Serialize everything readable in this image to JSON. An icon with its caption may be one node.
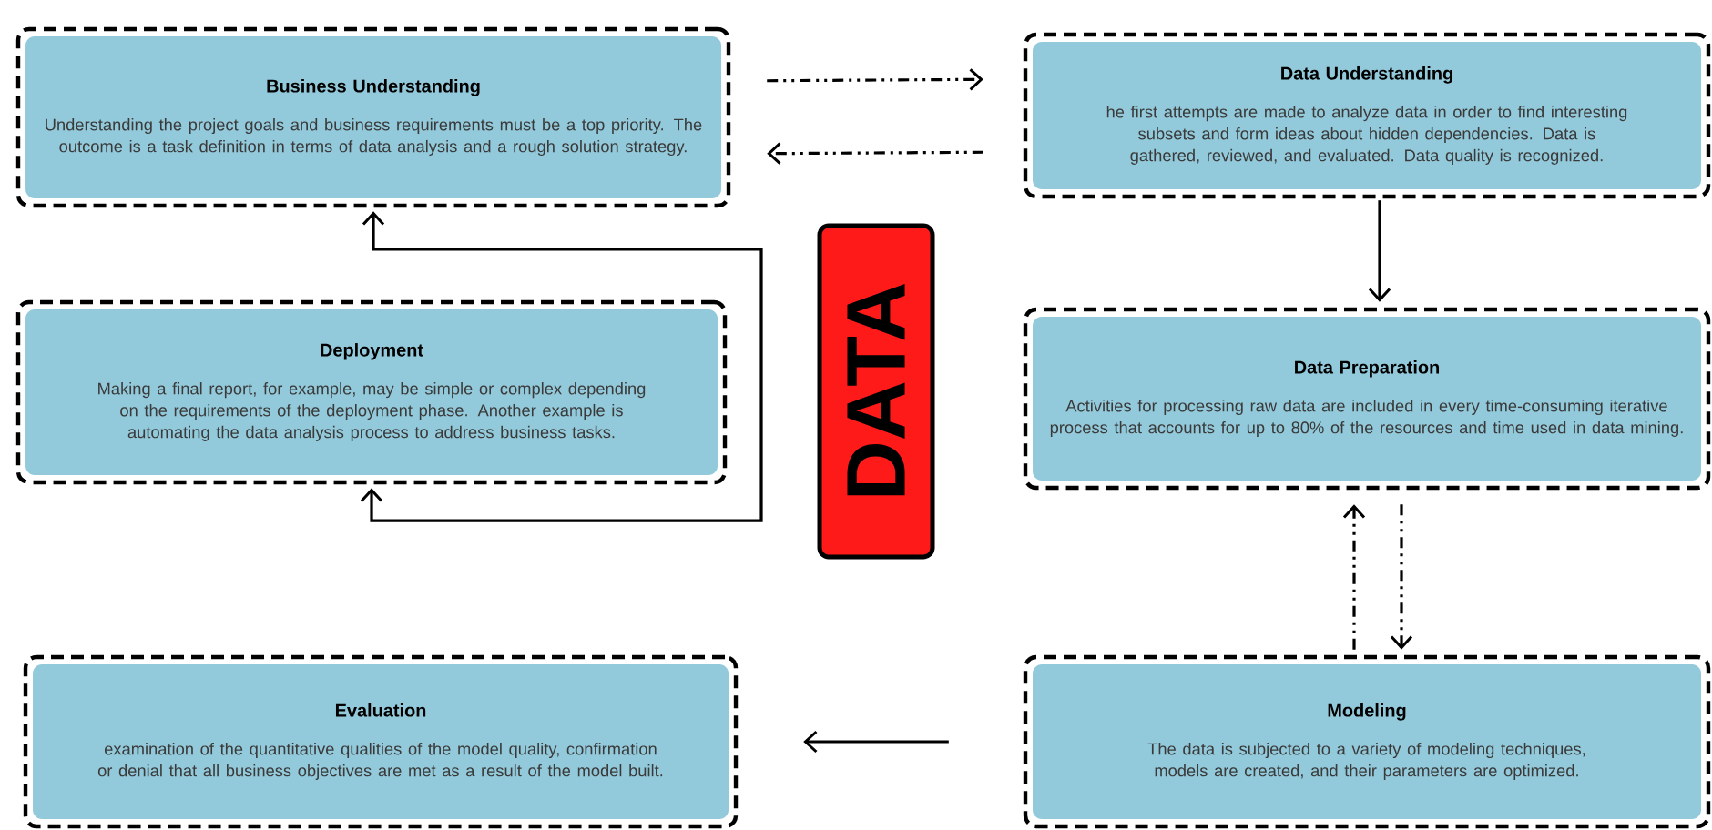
{
  "diagram": {
    "nodes": [
      {
        "text": [
          "Business Understanding",
          "Understanding the project goals and business requirements must be a top priority. The outcome is a task definition in terms of data analysis and a rough solution strategy."
        ]
      },
      {
        "text": [
          "Data Understanding",
          "he first attempts are made to analyze data in order to find interesting subsets and form ideas about hidden dependencies. Data is gathered, reviewed, and evaluated. Data quality is recognized."
        ]
      },
      {
        "text": [
          "Deployment",
          "Making a final report, for example, may be simple or complex depending on the requirements of the deployment phase. Another example is automating the data analysis process to address business tasks."
        ]
      },
      {
        "text": [
          "DATA"
        ]
      },
      {
        "text": [
          "Data Preparation",
          "Activities for processing raw data are included in every time-consuming iterative process that accounts for up to 80% of the resources and time used in data mining."
        ]
      },
      {
        "text": [
          "Evaluation",
          "examination of the quantitative qualities of the model quality, confirmation or denial that all business objectives are met as a result of the model built."
        ]
      },
      {
        "text": [
          "Modeling",
          "The data is subjected to a variety of modeling techniques, models are created, and their parameters are optimized."
        ]
      }
    ],
    "edges": [
      {
        "from": 0,
        "to": 1,
        "arrow": "to",
        "style": "dashed"
      },
      {
        "from": 1,
        "to": 0,
        "arrow": "to",
        "style": "dashed"
      },
      {
        "from": 1,
        "to": 4,
        "arrow": "to"
      },
      {
        "from": 4,
        "to": 6,
        "arrow": "to",
        "style": "dashed"
      },
      {
        "from": 6,
        "to": 4,
        "arrow": "to",
        "style": "dashed"
      },
      {
        "from": 6,
        "to": 5,
        "arrow": "to"
      },
      {
        "from": 2,
        "to": 0,
        "arrow": "both"
      }
    ]
  }
}
